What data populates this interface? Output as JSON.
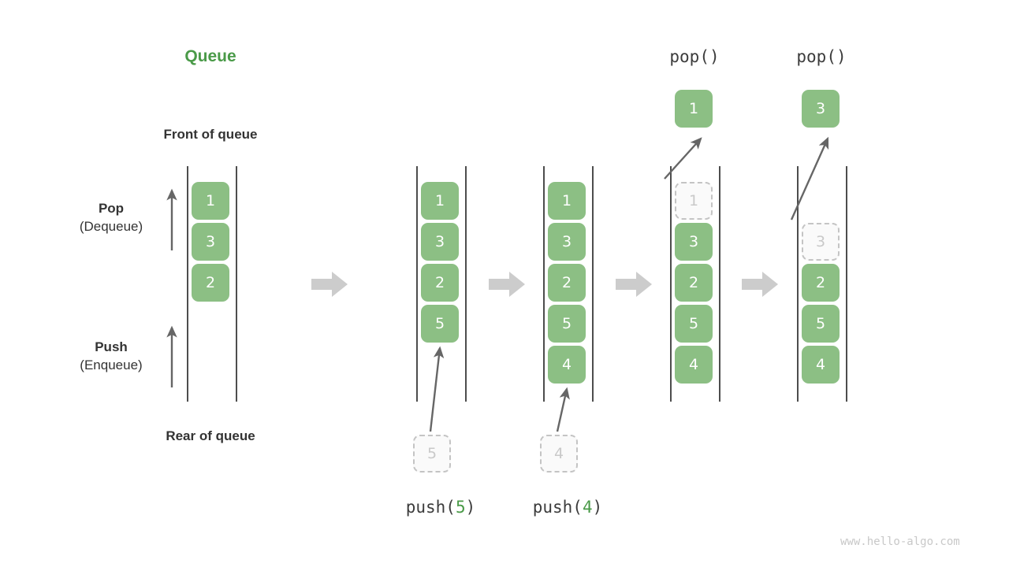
{
  "title": "Queue",
  "labels": {
    "front": "Front of queue",
    "rear": "Rear of queue",
    "pop_main": "Pop",
    "pop_sub": "(Dequeue)",
    "push_main": "Push",
    "push_sub": "(Enqueue)"
  },
  "colors": {
    "accent_green": "#4a9a48",
    "cell_green": "#8cbf84",
    "rail": "#4d4d4d",
    "ghost_border": "#c4c4c4",
    "ghost_text": "#c9c9c9",
    "arrow_grey": "#cccccc",
    "arrow_dark": "#666666",
    "text": "#333333",
    "watermark": "#c8c8c8"
  },
  "stages": [
    {
      "id": "initial",
      "caption": "",
      "caption_prefix": "",
      "caption_value": "",
      "caption_suffix": "",
      "cells": [
        "1",
        "3",
        "2"
      ],
      "ghost_index": -1,
      "incoming": "",
      "popped": ""
    },
    {
      "id": "push-5",
      "caption_prefix": "push(",
      "caption_value": "5",
      "caption_suffix": ")",
      "cells": [
        "1",
        "3",
        "2",
        "5"
      ],
      "ghost_index": -1,
      "incoming": "5",
      "popped": ""
    },
    {
      "id": "push-4",
      "caption_prefix": "push(",
      "caption_value": "4",
      "caption_suffix": ")",
      "cells": [
        "1",
        "3",
        "2",
        "5",
        "4"
      ],
      "ghost_index": -1,
      "incoming": "4",
      "popped": ""
    },
    {
      "id": "pop-1",
      "caption_top": "pop()",
      "caption_prefix": "",
      "caption_value": "",
      "caption_suffix": "",
      "cells": [
        "1",
        "3",
        "2",
        "5",
        "4"
      ],
      "ghost_index": 0,
      "incoming": "",
      "popped": "1"
    },
    {
      "id": "pop-3",
      "caption_top": "pop()",
      "caption_prefix": "",
      "caption_value": "",
      "caption_suffix": "",
      "cells": [
        "3",
        "2",
        "5",
        "4"
      ],
      "ghost_index": 0,
      "incoming": "",
      "popped": "3"
    }
  ],
  "transition_arrows": 4,
  "watermark": "www.hello-algo.com"
}
